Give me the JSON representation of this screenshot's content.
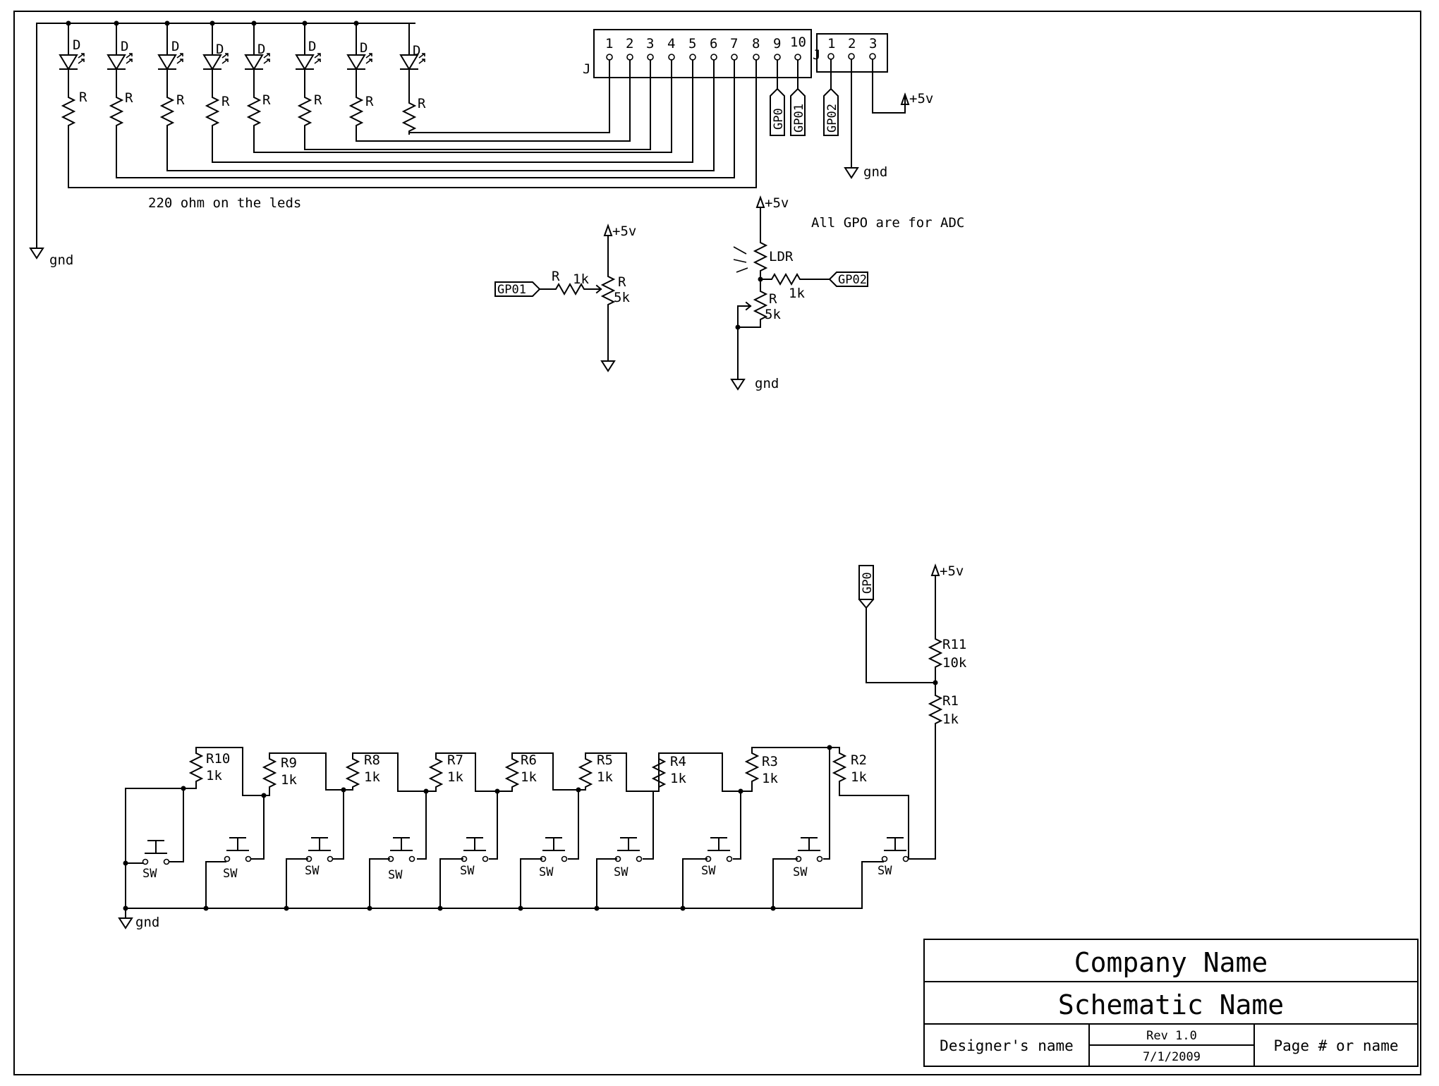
{
  "schematic": {
    "led_section": {
      "diode_label": "D",
      "resistor_label": "R",
      "note": "220 ohm on the leds",
      "gnd_label": "gnd"
    },
    "header_j1": {
      "ref": "J",
      "pins": [
        "1",
        "2",
        "3",
        "4",
        "5",
        "6",
        "7",
        "8",
        "9",
        "10"
      ],
      "ref_right": "J"
    },
    "header_j2": {
      "pins": [
        "1",
        "2",
        "3"
      ]
    },
    "net_labels": {
      "gp0": "GP0",
      "gp01": "GP01",
      "gp02": "GP02"
    },
    "power": {
      "vcc": "+5v",
      "gnd": "gnd"
    },
    "adc_note": "All GPO are for ADC",
    "pot_circuit": {
      "series_r": "R",
      "series_val": "1k",
      "pot_r": "R",
      "pot_val": "5k"
    },
    "ldr_circuit": {
      "ldr_label": "LDR",
      "series_val": "1k",
      "pot_r": "R",
      "pot_val": "5k"
    },
    "keypad": {
      "r11": "R11",
      "r11_val": "10k",
      "r1": "R1",
      "r1_val": "1k",
      "ladder": [
        {
          "ref": "R10",
          "val": "1k"
        },
        {
          "ref": "R9",
          "val": "1k"
        },
        {
          "ref": "R8",
          "val": "1k"
        },
        {
          "ref": "R7",
          "val": "1k"
        },
        {
          "ref": "R6",
          "val": "1k"
        },
        {
          "ref": "R5",
          "val": "1k"
        },
        {
          "ref": "R4",
          "val": "1k"
        },
        {
          "ref": "R3",
          "val": "1k"
        },
        {
          "ref": "R2",
          "val": "1k"
        }
      ],
      "switch_label": "SW"
    },
    "title_block": {
      "company": "Company Name",
      "schematic_name": "Schematic Name",
      "designer": "Designer's name",
      "rev": "Rev 1.0",
      "date": "7/1/2009",
      "page": "Page # or name"
    }
  }
}
